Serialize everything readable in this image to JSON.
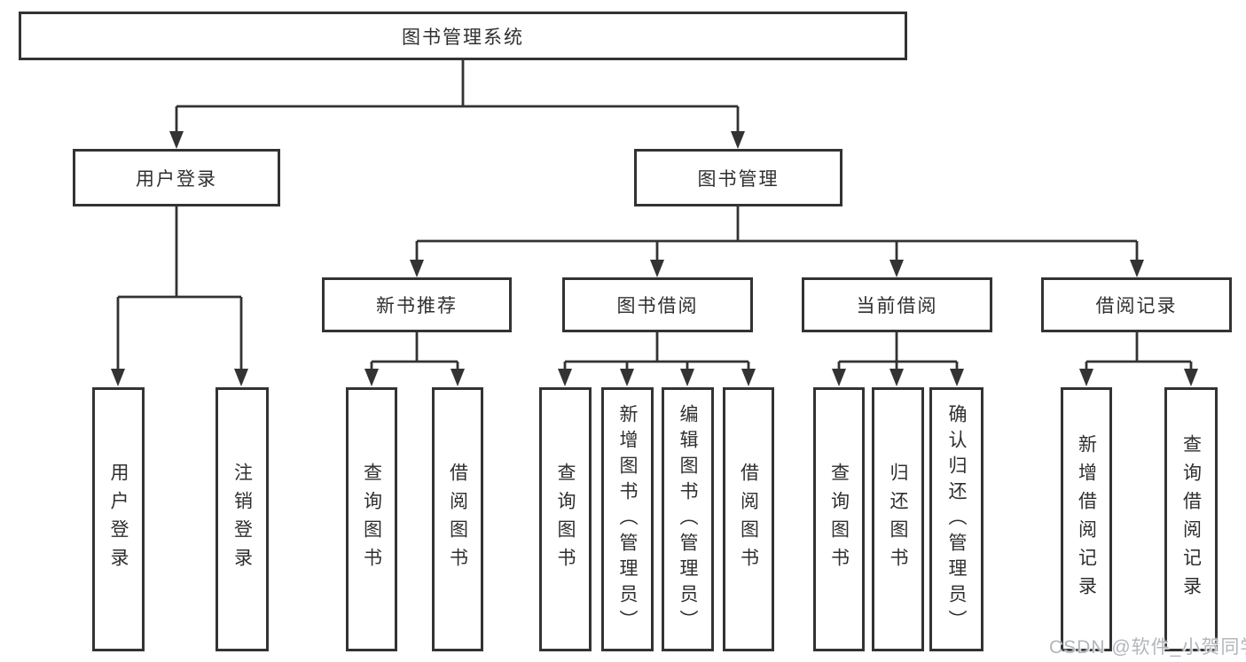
{
  "diagram": {
    "root": {
      "label": "图书管理系统"
    },
    "branches": [
      {
        "label": "用户登录",
        "children": [
          {
            "label": "用户登录"
          },
          {
            "label": "注销登录"
          }
        ]
      },
      {
        "label": "图书管理",
        "children": [
          {
            "label": "新书推荐",
            "children": [
              {
                "label": "查询图书"
              },
              {
                "label": "借阅图书"
              }
            ]
          },
          {
            "label": "图书借阅",
            "children": [
              {
                "label": "查询图书"
              },
              {
                "label": "新增图书（管理员）"
              },
              {
                "label": "编辑图书（管理员）"
              },
              {
                "label": "借阅图书"
              }
            ]
          },
          {
            "label": "当前借阅",
            "children": [
              {
                "label": "查询图书"
              },
              {
                "label": "归还图书"
              },
              {
                "label": "确认归还（管理员）"
              }
            ]
          },
          {
            "label": "借阅记录",
            "children": [
              {
                "label": "新增借阅记录"
              },
              {
                "label": "查询借阅记录"
              }
            ]
          }
        ]
      }
    ]
  },
  "watermark": {
    "text": "CSDN @软件_小贺同学"
  },
  "colors": {
    "line": "#333333",
    "box_border": "#333333",
    "text": "#2f2f2f",
    "watermark": "#b2b6bb",
    "background": "#ffffff"
  }
}
